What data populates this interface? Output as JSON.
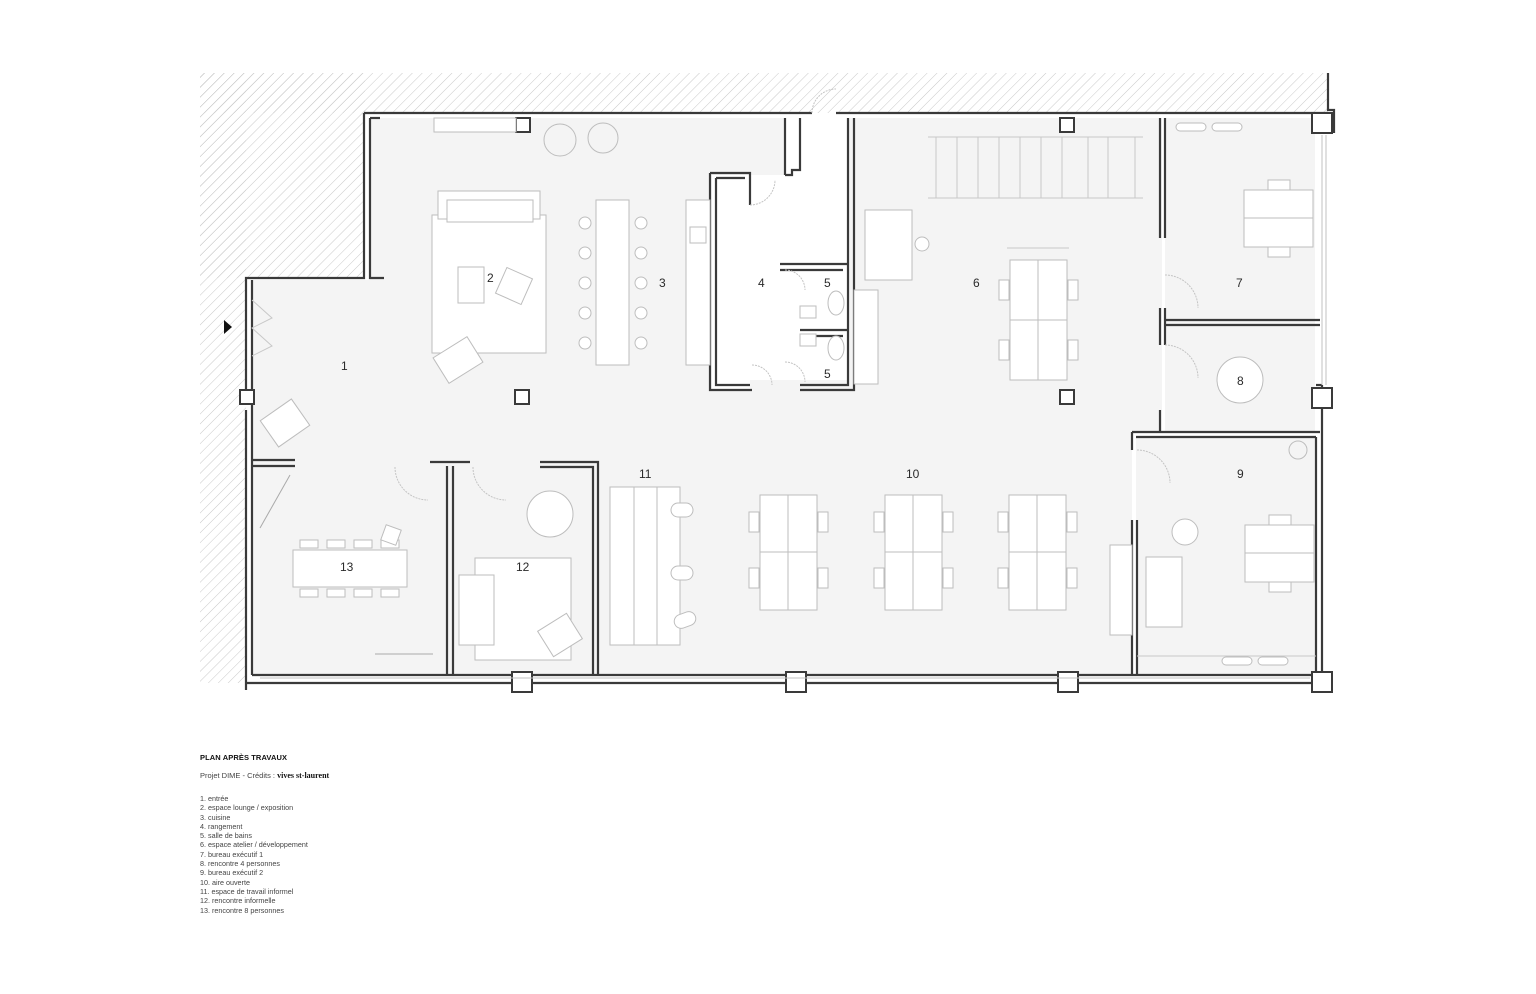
{
  "drawing": {
    "title": "PLAN APRÈS TRAVAUX",
    "credits_prefix": "Projet DIME - Crédits :",
    "credits_studio": "vives st-laurent"
  },
  "colors": {
    "wall": "#3a3a3a",
    "floor": "#f4f4f4",
    "furniture_stroke": "#b8b8b8",
    "hatch": "#c8c8c8",
    "background": "#ffffff"
  },
  "entry_marker": {
    "icon": "entry-arrow-icon"
  },
  "rooms": [
    {
      "number": "1",
      "name": "entrée"
    },
    {
      "number": "2",
      "name": "espace lounge / exposition"
    },
    {
      "number": "3",
      "name": "cuisine"
    },
    {
      "number": "4",
      "name": "rangement"
    },
    {
      "number": "5",
      "name": "salle de bains"
    },
    {
      "number": "6",
      "name": "espace atelier / développement"
    },
    {
      "number": "7",
      "name": "bureau exécutif 1"
    },
    {
      "number": "8",
      "name": "rencontre 4 personnes"
    },
    {
      "number": "9",
      "name": "bureau exécutif 2"
    },
    {
      "number": "10",
      "name": "aire ouverte"
    },
    {
      "number": "11",
      "name": "espace de travail informel"
    },
    {
      "number": "12",
      "name": "rencontre informelle"
    },
    {
      "number": "13",
      "name": "rencontre 8 personnes"
    }
  ],
  "legend": [
    "1. entrée",
    "2. espace lounge / exposition",
    "3. cuisine",
    "4. rangement",
    "5. salle de bains",
    "6. espace atelier / développement",
    "7. bureau exécutif 1",
    "8. rencontre 4 personnes",
    "9. bureau exécutif 2",
    "10. aire ouverte",
    "11. espace de travail informel",
    "12. rencontre informelle",
    "13. rencontre 8 personnes"
  ]
}
